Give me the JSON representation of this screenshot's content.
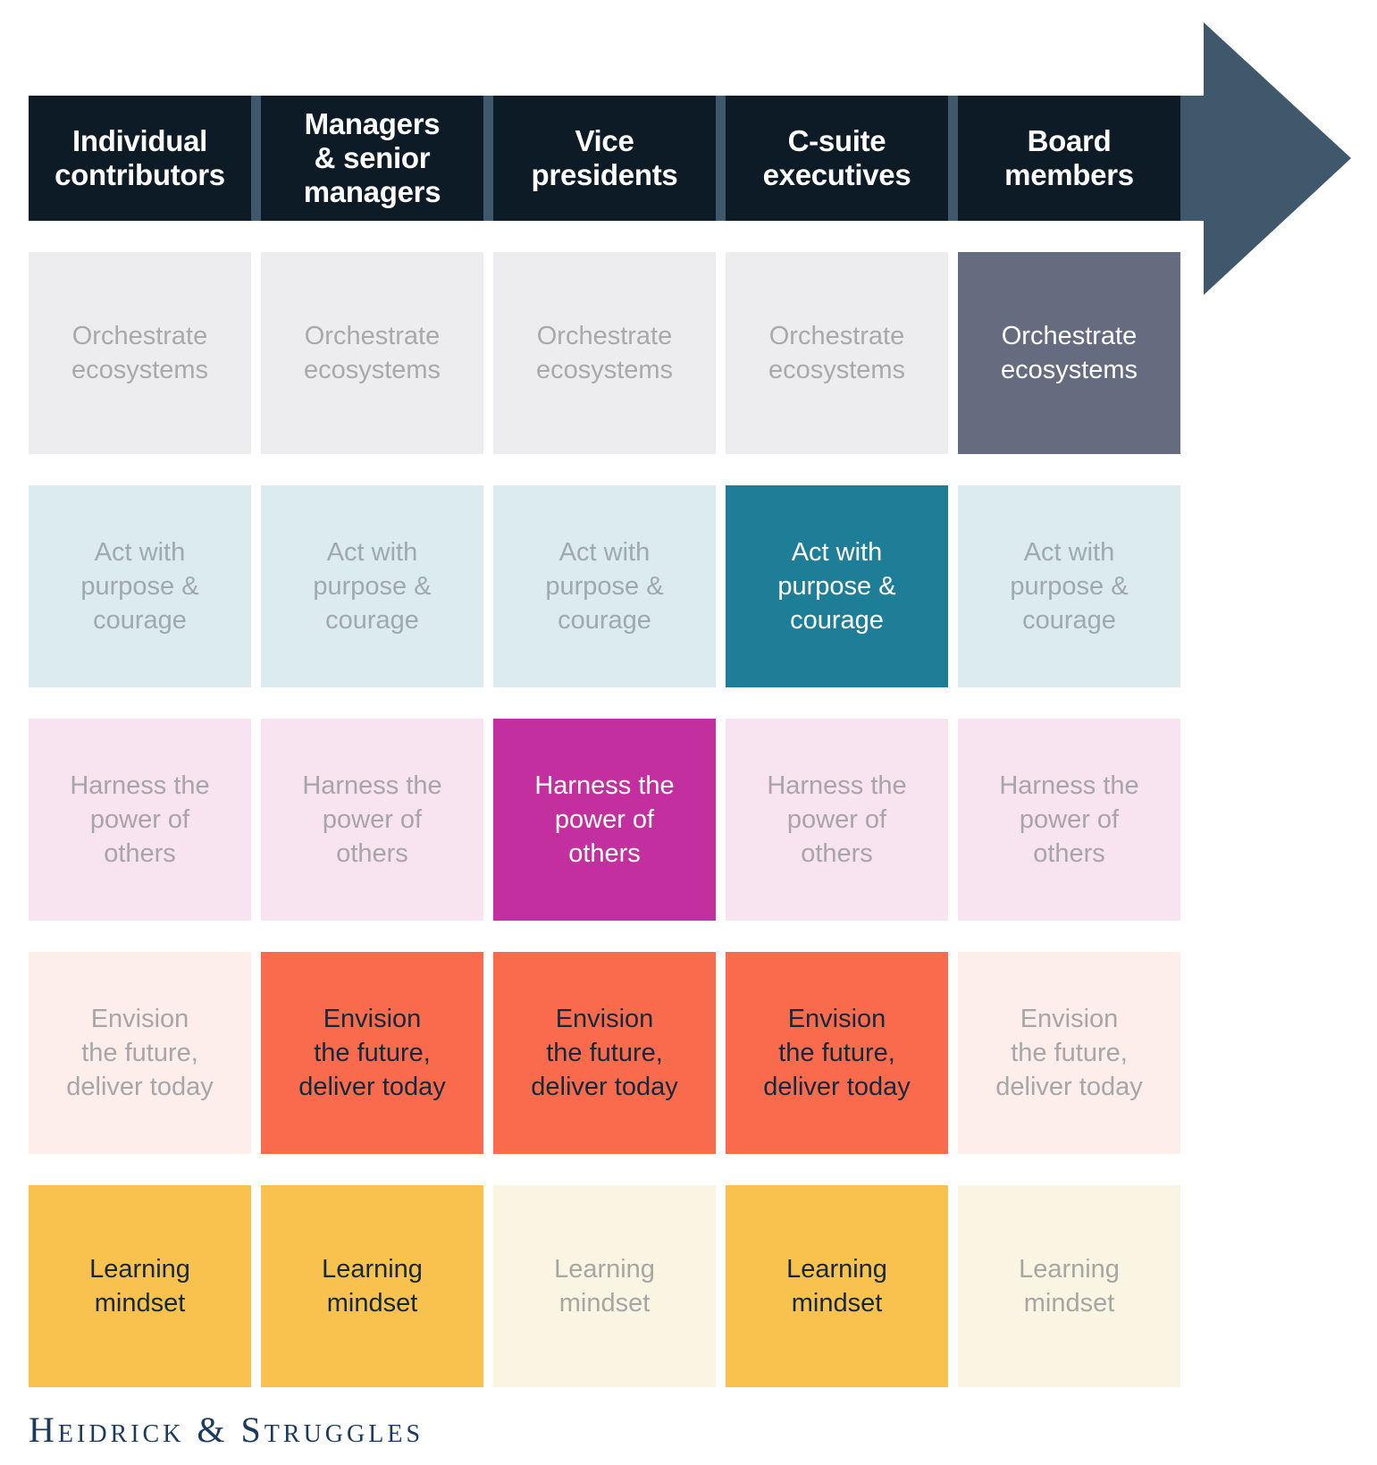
{
  "brand": {
    "logo_text": "Heidrick & Struggles",
    "logo_color": "#1b3a5f"
  },
  "arrow": {
    "direction": "right",
    "color": "#3f586b"
  },
  "header": {
    "bg": "#0d1b26",
    "text_color": "#ffffff",
    "columns": [
      {
        "key": "individual-contributors",
        "label": "Individual contributors",
        "lines": [
          "Individual",
          "contributors"
        ]
      },
      {
        "key": "managers-senior-managers",
        "label": "Managers & senior managers",
        "lines": [
          "Managers",
          "& senior",
          "managers"
        ]
      },
      {
        "key": "vice-presidents",
        "label": "Vice presidents",
        "lines": [
          "Vice",
          "presidents"
        ]
      },
      {
        "key": "c-suite-executives",
        "label": "C-suite executives",
        "lines": [
          "C-suite",
          "executives"
        ]
      },
      {
        "key": "board-members",
        "label": "Board members",
        "lines": [
          "Board",
          "members"
        ]
      }
    ]
  },
  "matrix": {
    "rows": [
      {
        "key": "orchestrate-ecosystems",
        "label": "Orchestrate ecosystems",
        "lines": [
          "Orchestrate",
          "ecosystems"
        ],
        "inactive_bg": "#ededef",
        "inactive_text": "#a9a9ab",
        "active_bg": "#666c80",
        "active_text": "#ffffff",
        "active_bold": false,
        "active_columns": [
          "board-members"
        ]
      },
      {
        "key": "act-with-purpose-courage",
        "label": "Act with purpose & courage",
        "lines": [
          "Act with",
          "purpose &",
          "courage"
        ],
        "inactive_bg": "#dcebee",
        "inactive_text": "#a0a9ac",
        "active_bg": "#1e7e98",
        "active_text": "#ffffff",
        "active_bold": false,
        "active_columns": [
          "c-suite-executives"
        ]
      },
      {
        "key": "harness-power-of-others",
        "label": "Harness the power of others",
        "lines": [
          "Harness the",
          "power of",
          "others"
        ],
        "inactive_bg": "#f8e4f0",
        "inactive_text": "#a9a4aa",
        "active_bg": "#c42f9f",
        "active_text": "#ffffff",
        "active_bold": false,
        "active_columns": [
          "vice-presidents"
        ]
      },
      {
        "key": "envision-future-deliver-today",
        "label": "Envision the future, deliver today",
        "lines": [
          "Envision",
          "the future,",
          "deliver today"
        ],
        "inactive_bg": "#fdedeb",
        "inactive_text": "#a7a6a8",
        "active_bg": "#fa6b4d",
        "active_text": "#15293c",
        "active_bold": true,
        "active_columns": [
          "managers-senior-managers",
          "vice-presidents",
          "c-suite-executives"
        ]
      },
      {
        "key": "learning-mindset",
        "label": "Learning mindset",
        "lines": [
          "Learning",
          "mindset"
        ],
        "inactive_bg": "#faf4e3",
        "inactive_text": "#a6a6a2",
        "active_bg": "#f9c14d",
        "active_text": "#15293c",
        "active_bold": true,
        "active_columns": [
          "individual-contributors",
          "managers-senior-managers",
          "c-suite-executives"
        ]
      }
    ]
  }
}
